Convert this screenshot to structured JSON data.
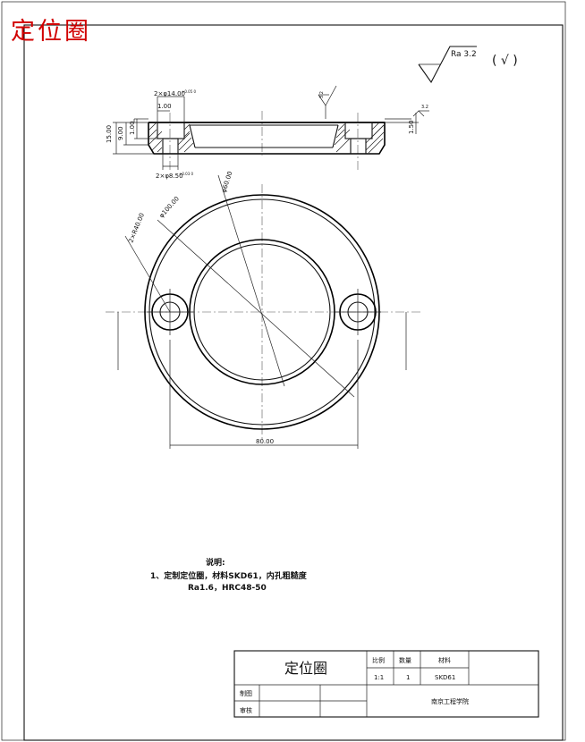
{
  "drawing_title": "定位圈",
  "roughness": {
    "symbol": "Ra 3.2",
    "suffix": "( √ )",
    "small_ra": "3.2"
  },
  "dimensions": {
    "counterbore_top": "2×φ14.00",
    "counterbore_top_tol": "+0.05 0",
    "counterbore_depth": "1.00",
    "height_total": "15.00",
    "height_a": "9.00",
    "height_b": "1.00",
    "chamfer": "1.50",
    "hole_bottom": "2×φ8.50",
    "hole_bottom_tol": "+0.03 0",
    "dia_60": "φ60.00",
    "dia_100": "φ100.00",
    "dia_pcd": "2×R40.00",
    "width_80": "80.00"
  },
  "notes": {
    "heading": "说明:",
    "line1": "1、定制定位圈，材料SKD61，内孔粗糙度",
    "line2": "Ra1.6，HRC48-50"
  },
  "title_block": {
    "part_name": "定位圈",
    "h_scale": "比例",
    "h_qty": "数量",
    "h_material": "材料",
    "v_scale": "1:1",
    "v_qty": "1",
    "v_material": "SKD61",
    "row_drawn": "制图",
    "row_checked": "审核",
    "company": "南京工程学院"
  }
}
